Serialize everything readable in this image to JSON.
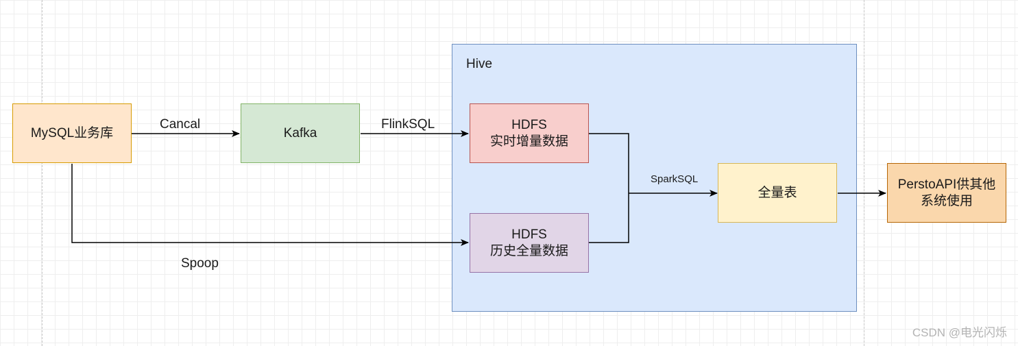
{
  "container": {
    "label": "Hive",
    "fill": "#dae8fc",
    "stroke": "#6c8ebf"
  },
  "nodes": {
    "mysql": {
      "line1": "MySQL业务库",
      "fill": "#ffe6cc",
      "stroke": "#d79b00"
    },
    "kafka": {
      "line1": "Kafka",
      "fill": "#d5e8d4",
      "stroke": "#82b366"
    },
    "hdfs_realtime": {
      "line1": "HDFS",
      "line2": "实时增量数据",
      "fill": "#f8cecc",
      "stroke": "#b85450"
    },
    "hdfs_history": {
      "line1": "HDFS",
      "line2": "历史全量数据",
      "fill": "#e1d5e7",
      "stroke": "#9673a6"
    },
    "full_table": {
      "line1": "全量表",
      "fill": "#fff2cc",
      "stroke": "#d6b656"
    },
    "presto": {
      "line1": "PerstoAPI供其他",
      "line2": "系统使用",
      "fill": "#fad7ac",
      "stroke": "#b46504"
    }
  },
  "edges": {
    "mysql_to_kafka": "Cancal",
    "kafka_to_hdfs": "FlinkSQL",
    "mysql_to_history": "Spoop",
    "merge_to_full": "SparkSQL"
  },
  "watermark": "CSDN @电光闪烁"
}
